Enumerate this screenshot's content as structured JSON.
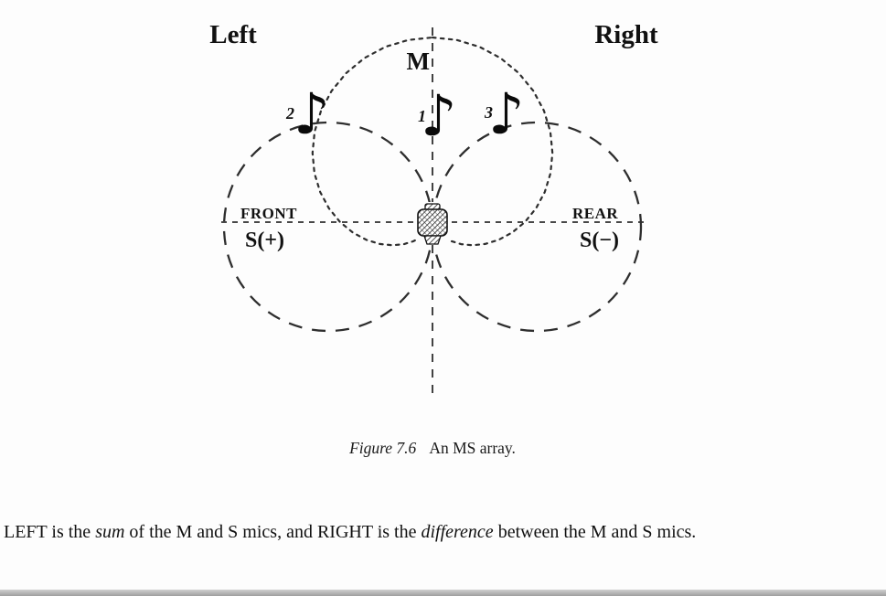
{
  "figure": {
    "labels": {
      "left": "Left",
      "right": "Right",
      "mid_mic": "M",
      "front": "FRONT",
      "s_plus": "S(+)",
      "rear": "REAR",
      "s_minus": "S(−)"
    },
    "notes": {
      "glyph": "♪",
      "note1": "1",
      "note2": "2",
      "note3": "3"
    }
  },
  "caption": {
    "label": "Figure 7.6",
    "text": "An MS array."
  },
  "paragraph": {
    "seg0": "LEFT is the ",
    "seg1": "sum",
    "seg2": " of the M and S mics, and RIGHT is the ",
    "seg3": "difference",
    "seg4": " between the M and S mics."
  },
  "colors": {
    "ink": "#111111",
    "dash": "#2e2e2e",
    "background": "#fdfdfd",
    "bottom_bar": "#ababab"
  }
}
